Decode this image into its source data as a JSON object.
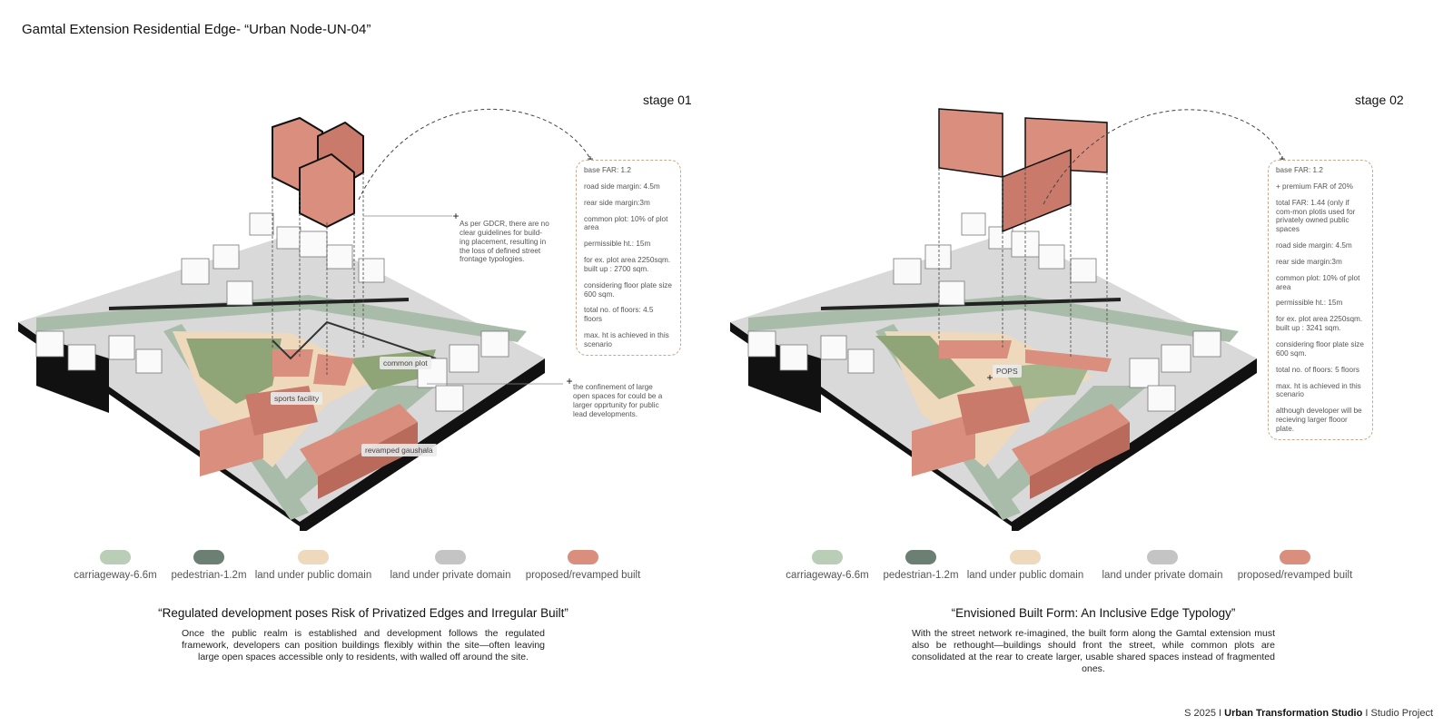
{
  "title": "Gamtal Extension Residential Edge- “Urban Node-UN-04”",
  "stage1": {
    "label": "stage 01",
    "info": [
      "base FAR: 1.2",
      "road side margin: 4.5m",
      "rear side margin:3m",
      "common plot: 10% of plot area",
      "permissible ht.: 15m",
      "for ex. plot area 2250sqm. built up : 2700 sqm.",
      "considering floor plate size 600 sqm.",
      "total no. of floors: 4.5 floors",
      "max. ht is achieved in this scenario"
    ],
    "annotation_gdcr": "As per GDCR, there are no clear guidelines for build-ing placement, resulting in the loss of defined street frontage typologies.",
    "annotation_open": "the confinement of large open spaces for could be a larger opprtunity for public lead developments.",
    "labels": {
      "common_plot": "common plot",
      "sports_facility": "sports facility",
      "gaushala": "revamped gaushala"
    },
    "quote": "“Regulated development poses Risk of Privatized Edges and Irregular Built”",
    "description": "Once the public realm is established and development follows the regulated framework, developers can position buildings flexibly within the site—often leaving large open spaces accessible only to residents, with walled off around the site."
  },
  "stage2": {
    "label": "stage 02",
    "info": [
      "base FAR: 1.2",
      "+ premium FAR of 20%",
      "total FAR: 1.44 (only if com-mon plotis used for privately owned public spaces",
      "road side margin: 4.5m",
      "rear side margin:3m",
      "common plot: 10% of plot area",
      "permissible ht.: 15m",
      "for ex. plot area 2250sqm. built up : 3241 sqm.",
      "considering floor plate size 600 sqm.",
      "total no. of floors: 5 floors",
      "max. ht is achieved in this scenario",
      "although developer will be recieving larger flooor plate."
    ],
    "labels": {
      "pops": "POPS"
    },
    "quote": "“Envisioned Built Form: An Inclusive Edge Typology”",
    "description": "With the street network re-imagined, the built form along the Gamtal extension must also be rethought—buildings should front the street, while common plots are consolidated at the rear to create larger, usable shared spaces instead of fragmented ones."
  },
  "legend": [
    {
      "label": "carriageway-6.6m",
      "color": "#b9cdb7"
    },
    {
      "label": "pedestrian-1.2m",
      "color": "#6b8072"
    },
    {
      "label": "land under public domain",
      "color": "#efd9bd"
    },
    {
      "label": "land under private domain",
      "color": "#c4c4c4"
    },
    {
      "label": "proposed/revamped built",
      "color": "#d98e7e"
    }
  ],
  "footer": {
    "prefix": "S 2025 I ",
    "studio": "Urban Transformation Studio",
    "suffix": " I Studio Project"
  }
}
